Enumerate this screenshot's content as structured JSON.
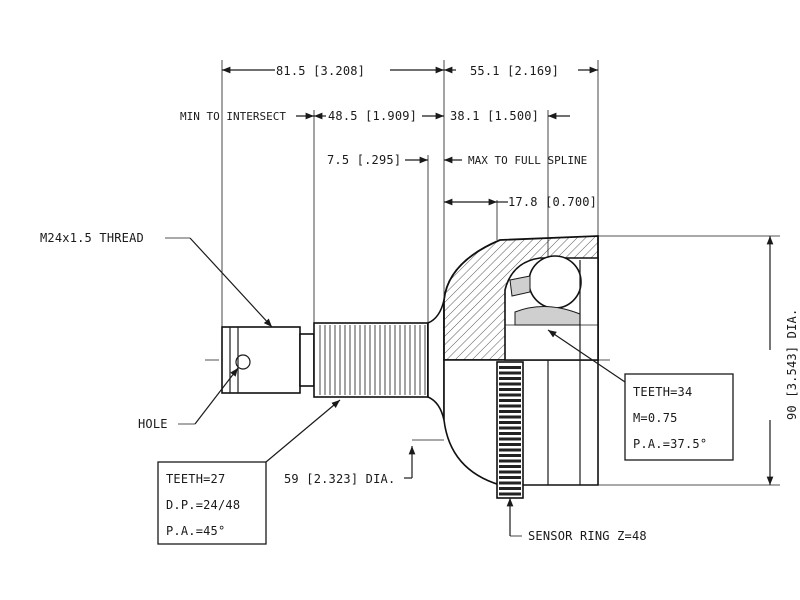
{
  "dimensions": {
    "overall_left": "81.5 [3.208]",
    "overall_right": "55.1 [2.169]",
    "min_to_intersect_label": "MIN TO INTERSECT",
    "intersect_value": "48.5 [1.909]",
    "spline_value": "38.1 [1.500]",
    "shoulder_value": "7.5 [.295]",
    "max_to_full_spline": "MAX TO FULL SPLINE",
    "ring_offset": "17.8 [0.700]",
    "outer_dia": "90 [3.543] DIA.",
    "shaft_dia": "59 [2.323] DIA."
  },
  "callouts": {
    "thread": "M24x1.5 THREAD",
    "hole": "HOLE",
    "sensor_ring": "SENSOR RING Z=48"
  },
  "spline_box": {
    "lines": [
      "TEETH=27",
      "D.P.=24/48",
      "P.A.=45°"
    ]
  },
  "inner_box": {
    "lines": [
      "TEETH=34",
      "M=0.75",
      "P.A.=37.5°"
    ]
  }
}
